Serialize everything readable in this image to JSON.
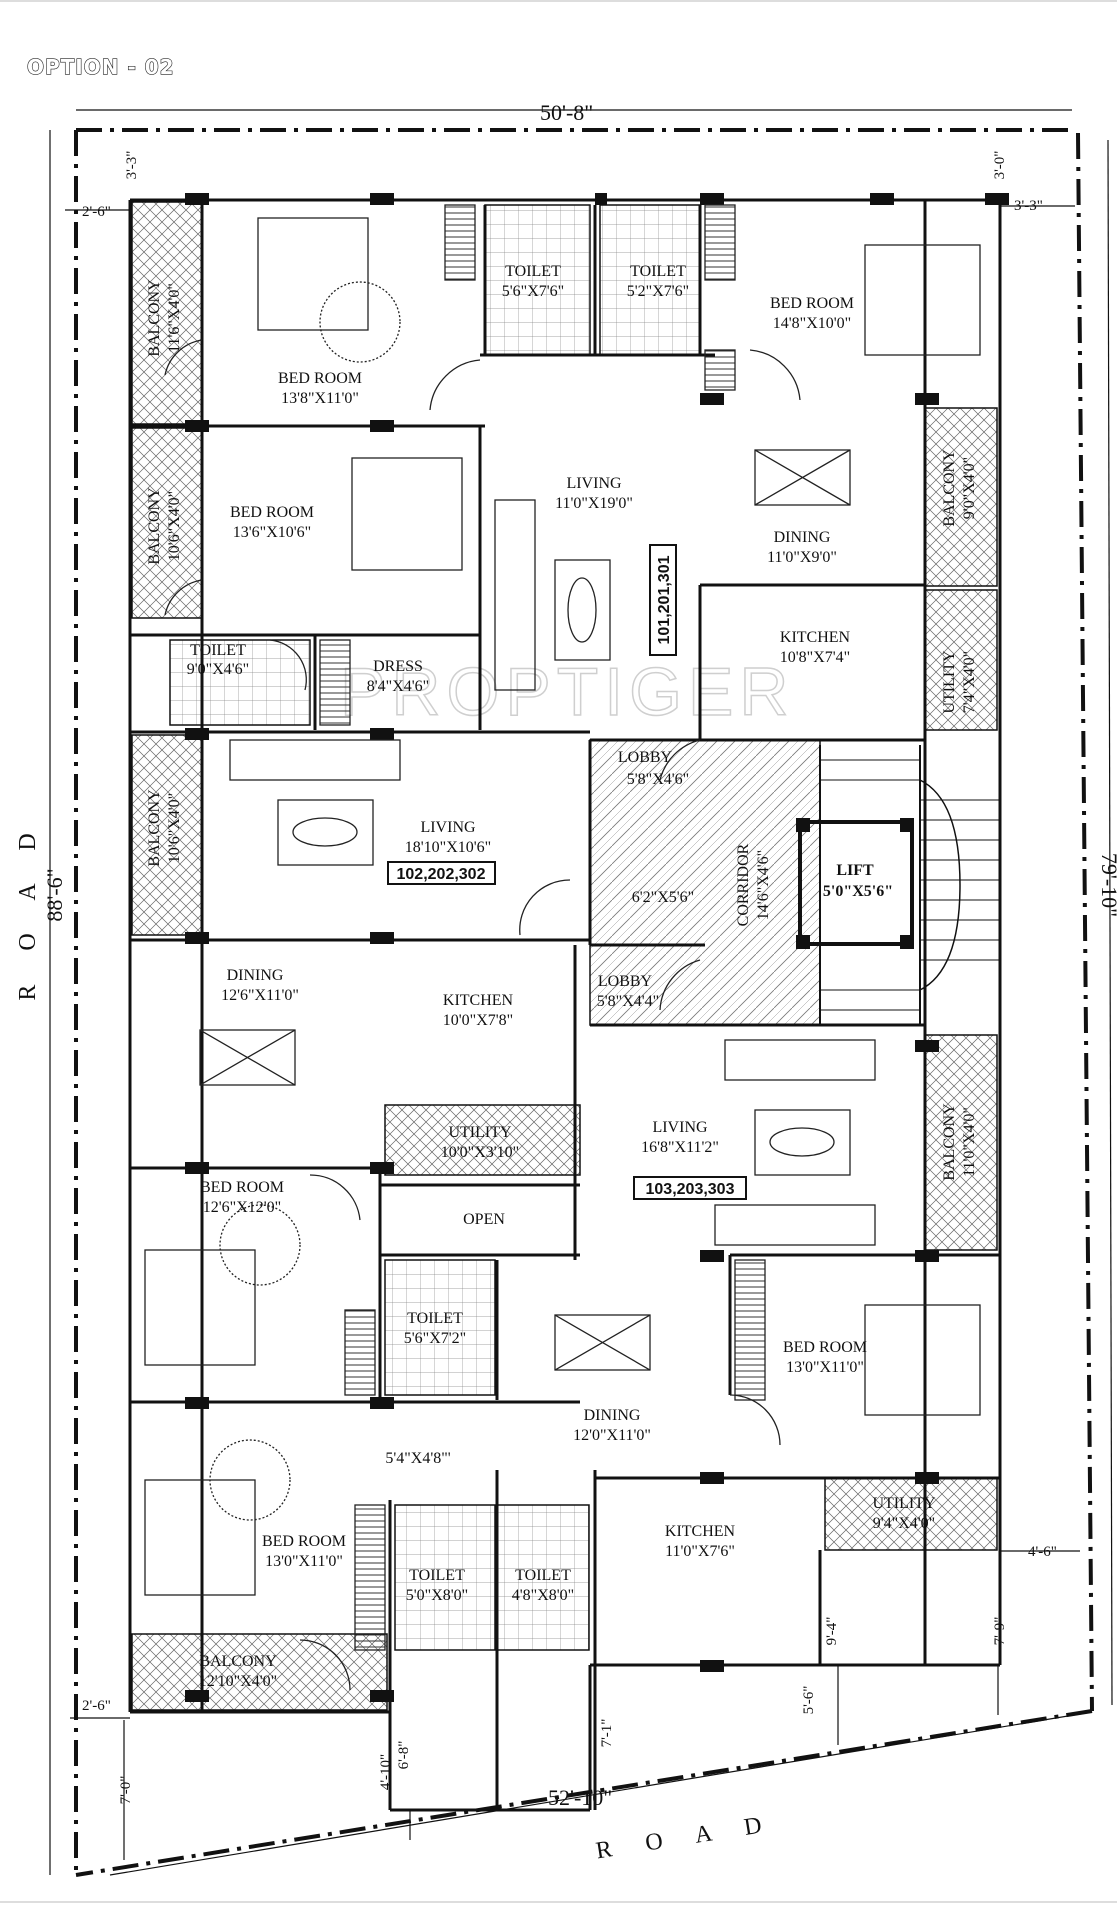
{
  "title": "OPTION - 02",
  "watermark": "PROPTIGER",
  "colors": {
    "wall": "#111111",
    "hatch": "#555555",
    "line": "#222222"
  },
  "roads": {
    "left": "R O A D",
    "bottom": "R O A D"
  },
  "dimensions": {
    "top_width": "50'-8\"",
    "bottom_width": "52'-10\"",
    "left_height": "88'-6\"",
    "right_height": "79'-10\"",
    "setback_top_left": "3'-3\"",
    "setback_top_right": "3'-0\"",
    "setback_left_top": "2'-6\"",
    "setback_right_top": "3'-3\"",
    "setback_right_mid": "4'-6\"",
    "setback_left_bottom": "2'-6\"",
    "bottom_1": "7'-0\"",
    "bottom_2": "4'-10\"",
    "bottom_3": "6'-8\"",
    "bottom_4": "7'-1\"",
    "bottom_5": "5'-6\"",
    "bottom_6": "9'-4\"",
    "bottom_7": "7'-9\""
  },
  "rooms": [
    {
      "name": "BALCONY",
      "size": "11'6\"X4'0\""
    },
    {
      "name": "BED ROOM",
      "size": "13'8\"X11'0\""
    },
    {
      "name": "TOILET",
      "size": "5'6\"X7'6\""
    },
    {
      "name": "TOILET",
      "size": "5'2\"X7'6\""
    },
    {
      "name": "BED ROOM",
      "size": "14'8\"X10'0\""
    },
    {
      "name": "BALCONY",
      "size": "10'6\"X4'0\""
    },
    {
      "name": "BED ROOM",
      "size": "13'6\"X10'6\""
    },
    {
      "name": "LIVING",
      "size": "11'0\"X19'0\""
    },
    {
      "name": "DINING",
      "size": "11'0\"X9'0\""
    },
    {
      "name": "BALCONY",
      "size": "9'0\"X4'0\""
    },
    {
      "name": "TOILET",
      "size": "9'0\"X4'6\""
    },
    {
      "name": "DRESS",
      "size": "8'4\"X4'6\""
    },
    {
      "name": "KITCHEN",
      "size": "10'8\"X7'4\""
    },
    {
      "name": "UTILITY",
      "size": "7'4\"X4'0\""
    },
    {
      "name": "LOBBY",
      "size": "5'8\"X4'6\""
    },
    {
      "name": "BALCONY",
      "size": "10'6\"X4'0\""
    },
    {
      "name": "LIVING",
      "size": "18'10\"X10'6\""
    },
    {
      "name": "CORRIDOR",
      "size": "14'6\"X4'6\""
    },
    {
      "name": "LIFT",
      "size": "5'0\"X5'6\""
    },
    {
      "name": "",
      "size": "6'2\"X5'6\""
    },
    {
      "name": "LOBBY",
      "size": "5'8\"X4'4\""
    },
    {
      "name": "DINING",
      "size": "12'6\"X11'0\""
    },
    {
      "name": "KITCHEN",
      "size": "10'0\"X7'8\""
    },
    {
      "name": "UTILITY",
      "size": "10'0\"X3'10\""
    },
    {
      "name": "LIVING",
      "size": "16'8\"X11'2\""
    },
    {
      "name": "BALCONY",
      "size": "11'0\"X4'0\""
    },
    {
      "name": "BED ROOM",
      "size": "12'6\"X12'0\""
    },
    {
      "name": "OPEN",
      "size": ""
    },
    {
      "name": "TOILET",
      "size": "5'6\"X7'2\""
    },
    {
      "name": "BED ROOM",
      "size": "13'0\"X11'0\""
    },
    {
      "name": "DINING",
      "size": "12'0\"X11'0\""
    },
    {
      "name": "",
      "size": "5'4\"X4'8\"'"
    },
    {
      "name": "BED ROOM",
      "size": "13'0\"X11'0\""
    },
    {
      "name": "TOILET",
      "size": "5'0\"X8'0\""
    },
    {
      "name": "TOILET",
      "size": "4'8\"X8'0\""
    },
    {
      "name": "KITCHEN",
      "size": "11'0\"X7'6\""
    },
    {
      "name": "UTILITY",
      "size": "9'4\"X4'0\""
    },
    {
      "name": "BALCONY",
      "size": "12'10\"X4'0\""
    }
  ],
  "unit_codes": {
    "unit_1": "101,201,301",
    "unit_2": "102,202,302",
    "unit_3": "103,203,303"
  }
}
